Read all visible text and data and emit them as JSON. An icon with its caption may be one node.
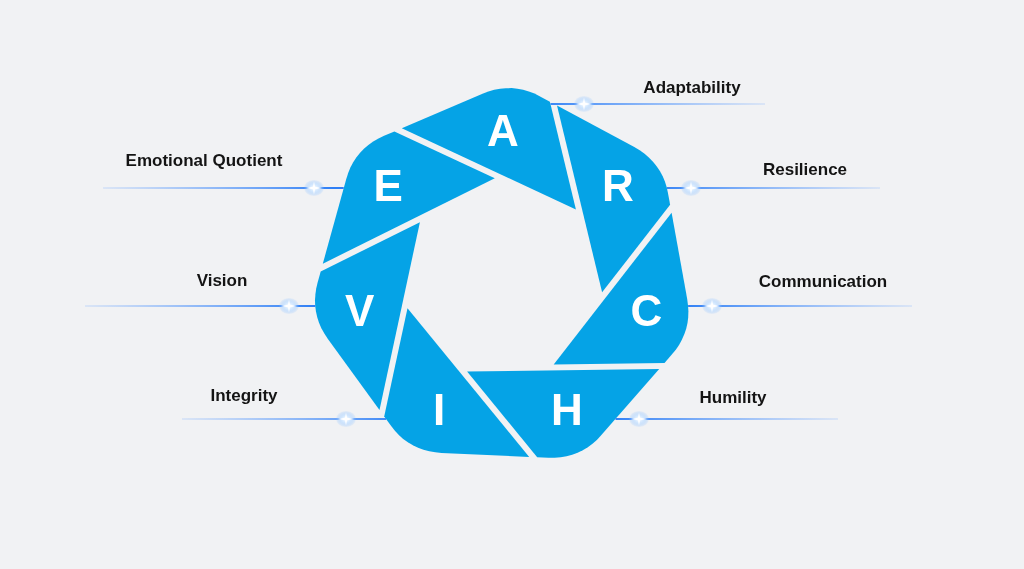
{
  "diagram": {
    "nodes": [
      {
        "text": [
          "A"
        ]
      },
      {
        "text": [
          "R"
        ]
      },
      {
        "text": [
          "C"
        ]
      },
      {
        "text": [
          "H"
        ]
      },
      {
        "text": [
          "I"
        ]
      },
      {
        "text": [
          "V"
        ]
      },
      {
        "text": [
          "E"
        ]
      }
    ],
    "edges": [
      {
        "from": null,
        "to": 0,
        "arrow": "none",
        "label": "Adaptability"
      },
      {
        "from": null,
        "to": 1,
        "arrow": "none",
        "label": "Resilience"
      },
      {
        "from": null,
        "to": 2,
        "arrow": "none",
        "label": "Communication"
      },
      {
        "from": null,
        "to": 3,
        "arrow": "none",
        "label": "Humility"
      },
      {
        "from": null,
        "to": 4,
        "arrow": "none",
        "label": "Integrity"
      },
      {
        "from": null,
        "to": 5,
        "arrow": "none",
        "label": "Vision"
      },
      {
        "from": null,
        "to": 6,
        "arrow": "none",
        "label": "Emotional Quotient"
      }
    ]
  }
}
